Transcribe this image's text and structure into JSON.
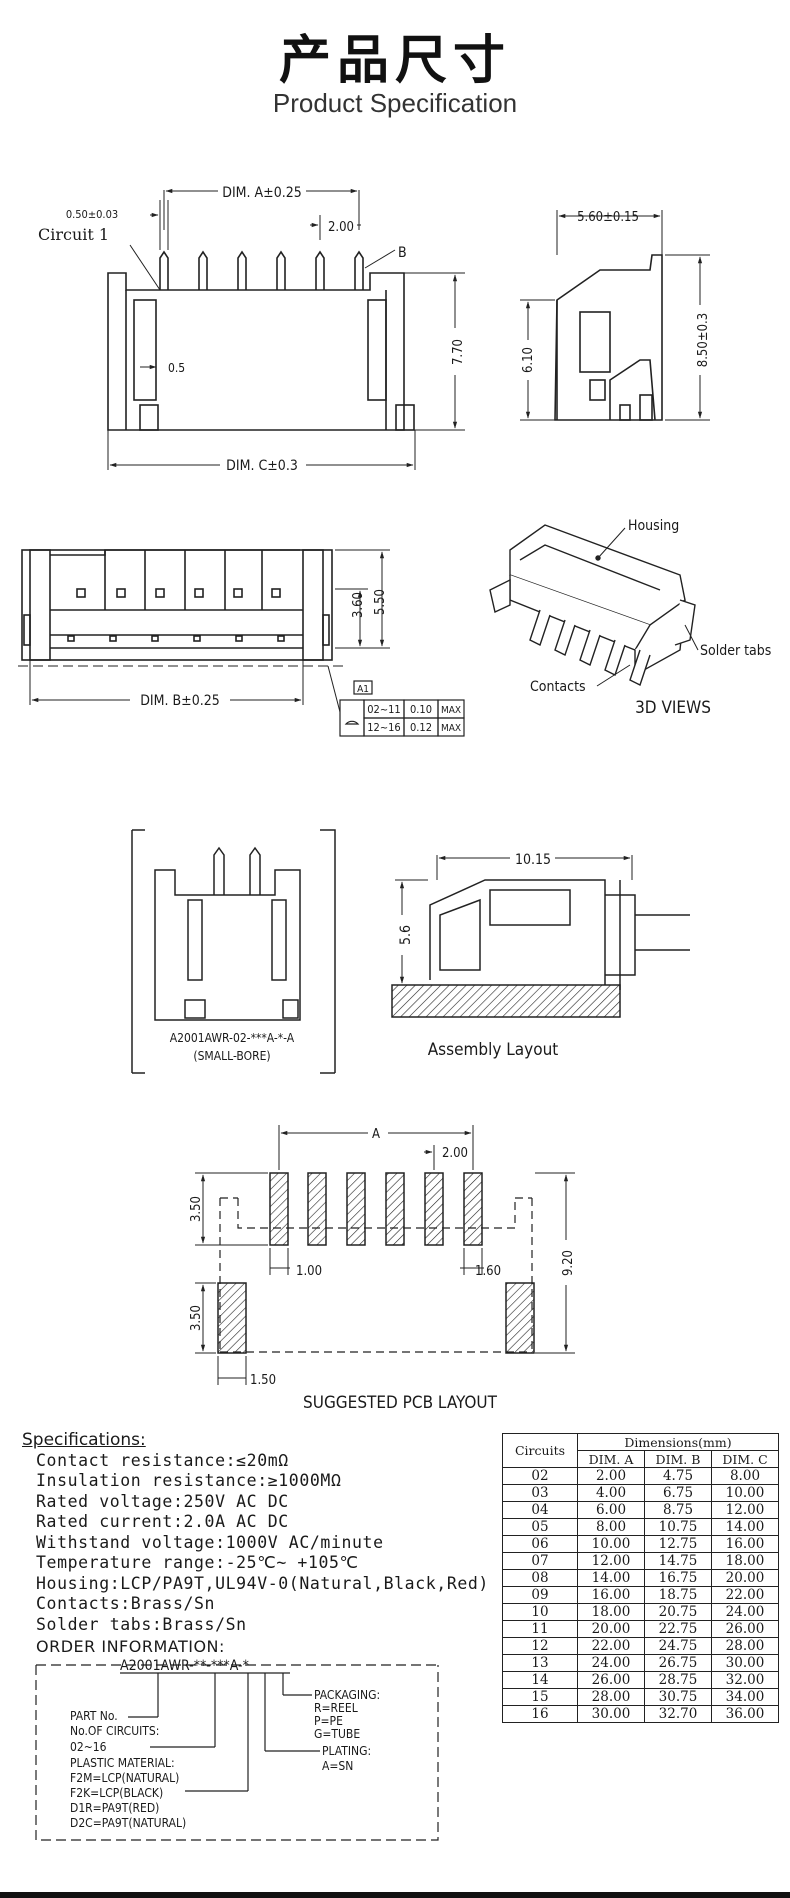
{
  "header": {
    "title": "产品尺寸",
    "subtitle": "Product Specification"
  },
  "top_view": {
    "dim_a": "DIM. A±0.25",
    "dim_050": "0.50±0.03",
    "circuit1": "Circuit 1",
    "pitch": "2.00",
    "mark_b": "B",
    "dim_05": "0.5",
    "height": "7.70",
    "dim_c": "DIM. C±0.3"
  },
  "side_view": {
    "width": "5.60±0.15",
    "height_left": "6.10",
    "height_right": "8.50±0.3"
  },
  "front_view": {
    "h1": "3.60",
    "h2": "5.50",
    "dim_b": "DIM. B±0.25",
    "flag": "A1",
    "tol_rows": [
      {
        "range": "02~11",
        "value": "0.10",
        "max": "MAX"
      },
      {
        "range": "12~16",
        "value": "0.12",
        "max": "MAX"
      }
    ]
  },
  "view_3d": {
    "housing": "Housing",
    "solder_tabs": "Solder tabs",
    "contacts": "Contacts",
    "caption": "3D VIEWS"
  },
  "small_bore": {
    "part": "A2001AWR-02-***A-*-A",
    "note": "(SMALL-BORE)"
  },
  "assembly": {
    "width": "10.15",
    "height": "5.6",
    "caption": "Assembly Layout"
  },
  "pcb": {
    "dim_a": "A",
    "pitch": "2.00",
    "h_top": "3.50",
    "h_bot": "3.50",
    "pad_w": "1.00",
    "gap": "1.60",
    "total_h": "9.20",
    "tab_w": "1.50",
    "caption": "SUGGESTED PCB LAYOUT"
  },
  "specifications": {
    "heading": "Specifications:",
    "lines": [
      "Contact resistance:≤20mΩ",
      "Insulation resistance:≥1000MΩ",
      "Rated voltage:250V AC DC",
      "Rated current:2.0A AC DC",
      "Withstand voltage:1000V AC/minute",
      "Temperature range:-25℃~ +105℃",
      "Housing:LCP/PA9T,UL94V-0(Natural,Black,Red)",
      "Contacts:Brass/Sn",
      "Solder tabs:Brass/Sn"
    ]
  },
  "order": {
    "heading": "ORDER INFORMATION:",
    "code": "A2001AWR-**-***A-*",
    "part_no": "PART No.",
    "circuits": "No.OF CIRCUITS:",
    "circuits_range": "02~16",
    "material": "PLASTIC MATERIAL:",
    "materials": [
      "F2M=LCP(NATURAL)",
      "F2K=LCP(BLACK)",
      "D1R=PA9T(RED)",
      "D2C=PA9T(NATURAL)"
    ],
    "packaging": "PACKAGING:",
    "packaging_opts": [
      "R=REEL",
      "P=PE",
      "G=TUBE"
    ],
    "plating": "PLATING:",
    "plating_opt": "A=SN"
  },
  "dimensions_table": {
    "col_circuits": "Circuits",
    "group": "Dimensions(mm)",
    "cols": [
      "DIM. A",
      "DIM. B",
      "DIM. C"
    ],
    "rows": [
      [
        "02",
        "2.00",
        "4.75",
        "8.00"
      ],
      [
        "03",
        "4.00",
        "6.75",
        "10.00"
      ],
      [
        "04",
        "6.00",
        "8.75",
        "12.00"
      ],
      [
        "05",
        "8.00",
        "10.75",
        "14.00"
      ],
      [
        "06",
        "10.00",
        "12.75",
        "16.00"
      ],
      [
        "07",
        "12.00",
        "14.75",
        "18.00"
      ],
      [
        "08",
        "14.00",
        "16.75",
        "20.00"
      ],
      [
        "09",
        "16.00",
        "18.75",
        "22.00"
      ],
      [
        "10",
        "18.00",
        "20.75",
        "24.00"
      ],
      [
        "11",
        "20.00",
        "22.75",
        "26.00"
      ],
      [
        "12",
        "22.00",
        "24.75",
        "28.00"
      ],
      [
        "13",
        "24.00",
        "26.75",
        "30.00"
      ],
      [
        "14",
        "26.00",
        "28.75",
        "32.00"
      ],
      [
        "15",
        "28.00",
        "30.75",
        "34.00"
      ],
      [
        "16",
        "30.00",
        "32.70",
        "36.00"
      ]
    ]
  }
}
